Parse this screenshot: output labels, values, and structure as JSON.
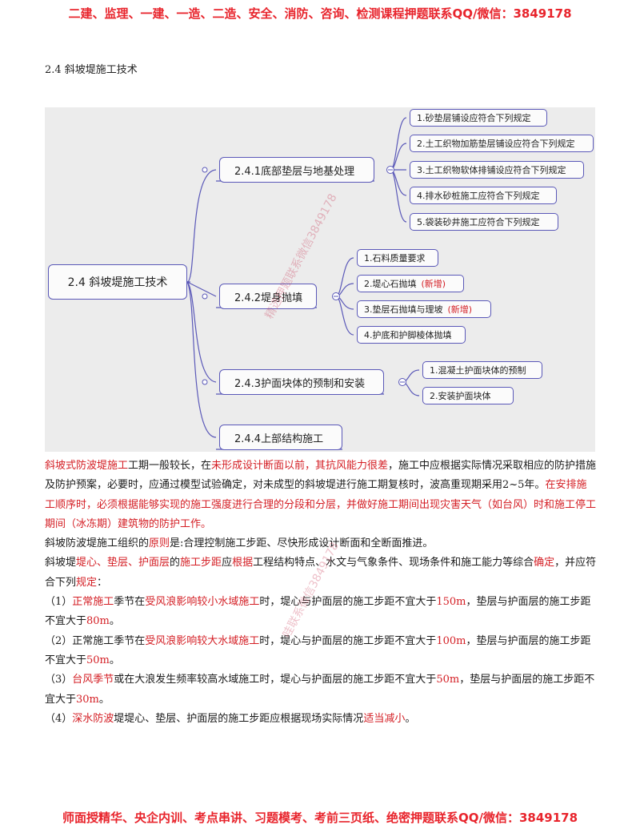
{
  "top_banner": "二建、监理、一建、一造、二造、安全、消防、咨询、检测课程押题联系QQ/微信：3849178",
  "bottom_banner": "师面授精华、央企内训、考点串讲、习题模考、考前三页纸、绝密押题联系QQ/微信：3849178",
  "section_heading": "2.4  斜坡堤施工技术",
  "mindmap": {
    "root": "2.4 斜坡堤施工技术",
    "branches": [
      {
        "label": "2.4.1底部垫层与地基处理",
        "children": [
          "1.砂垫层铺设应符合下列规定",
          "2.土工织物加筋垫层铺设应符合下列规定",
          "3.土工织物软体排铺设应符合下列规定",
          "4.排水砂桩施工应符合下列规定",
          "5.袋装砂井施工应符合下列规定"
        ]
      },
      {
        "label": "2.4.2堤身抛填",
        "children": [
          "1.石料质量要求",
          "2.堤心石抛填",
          "3.垫层石抛填与理坡",
          "4.护底和护脚棱体抛填"
        ],
        "tags": [
          "",
          "(新增)",
          "(新增)",
          ""
        ]
      },
      {
        "label": "2.4.3护面块体的预制和安装",
        "children": [
          "1.混凝土护面块体的预制",
          "2.安装护面块体"
        ]
      },
      {
        "label": "2.4.4上部结构施工",
        "children": []
      }
    ],
    "watermark": "精选押题联系微信3849178"
  },
  "body": {
    "p1_a": "斜坡式防波堤施工",
    "p1_b": "工期一般较长，在",
    "p1_c": "未形成设计断面以前，其抗风能力很差",
    "p1_d": "，施工中应根据实际情况采取相应的防护措施及防护预案，必要时，应通过模型试验确定，对未成型的斜坡堤进行施工期复核时，波高重现期采用2~5年。",
    "p1_e": "在安排施工顺序时，必须根据能够实现的施工强度进行合理的分段和分层，并做好施工期间出现灾害天气（如台风）时和施工停工期间（冰冻期）建筑物的防护工作。",
    "p2_a": "斜坡防波堤施工组织的",
    "p2_b": "原则",
    "p2_c": "是:合理控制施工步距、尽快形成设计断面和全断面推进。",
    "p3_a": "斜坡堤",
    "p3_b": "堤心、垫层、护面层",
    "p3_c": "的",
    "p3_d": "施工步距",
    "p3_e": "应",
    "p3_f": "根据",
    "p3_g": "工程结构特点、水文与气象条件、现场条件和施工能力等综合",
    "p3_h": "确定",
    "p3_i": "，并应符合下列",
    "p3_j": "规定",
    "p3_k": "：",
    "i1_a": "（1）",
    "i1_b": "正常施工",
    "i1_c": "季节在",
    "i1_d": "受风浪影响较小水域施工",
    "i1_e": "时，堤心与护面层的施工步距不宜大于",
    "i1_f": "150m",
    "i1_g": "，垫层与护面层的施工步距不宜大于",
    "i1_h": "80m",
    "i1_i": "。",
    "i2_a": "（2）正常施工季节在",
    "i2_b": "受风浪影响较大水域施工",
    "i2_c": "时，堤心与护面层的施工步距不宜大于",
    "i2_d": "100m",
    "i2_e": "，垫层与护面层的施工步距不宜大于",
    "i2_f": "50m",
    "i2_g": "。",
    "i3_a": "（3）",
    "i3_b": "台风季节",
    "i3_c": "或在大浪发生频率较高水域施工时，堤心与护面层的施工步距不宜大于",
    "i3_d": "50m",
    "i3_e": "，垫层与护面层的施工步距不宜大于",
    "i3_f": "30m",
    "i3_g": "。",
    "i4_a": "（4）",
    "i4_b": "深水防波",
    "i4_c": "堤堤心、垫层、护面层的施工步距应根据现场实际情况",
    "i4_d": "适当减小",
    "i4_e": "。",
    "watermark2": "哇联系微信3849178"
  }
}
